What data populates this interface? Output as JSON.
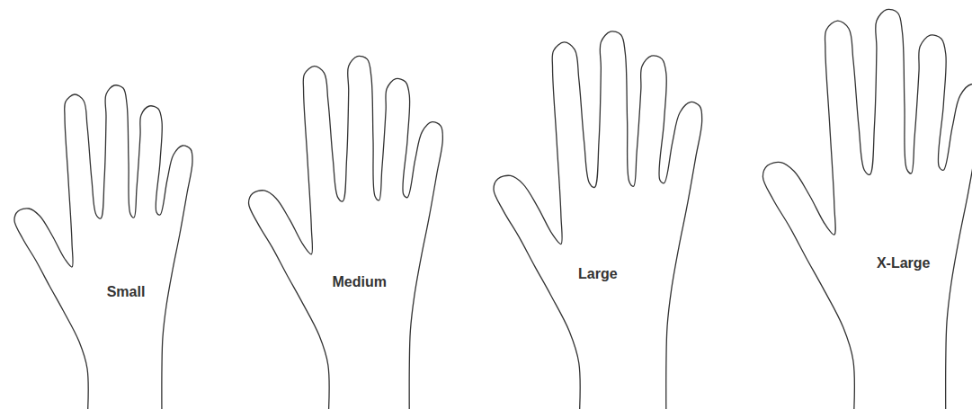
{
  "diagram": {
    "nodes": [
      {
        "text": [
          "Small"
        ]
      },
      {
        "text": [
          "Medium"
        ]
      },
      {
        "text": [
          "Large"
        ]
      },
      {
        "text": [
          "X-Large"
        ]
      }
    ]
  }
}
